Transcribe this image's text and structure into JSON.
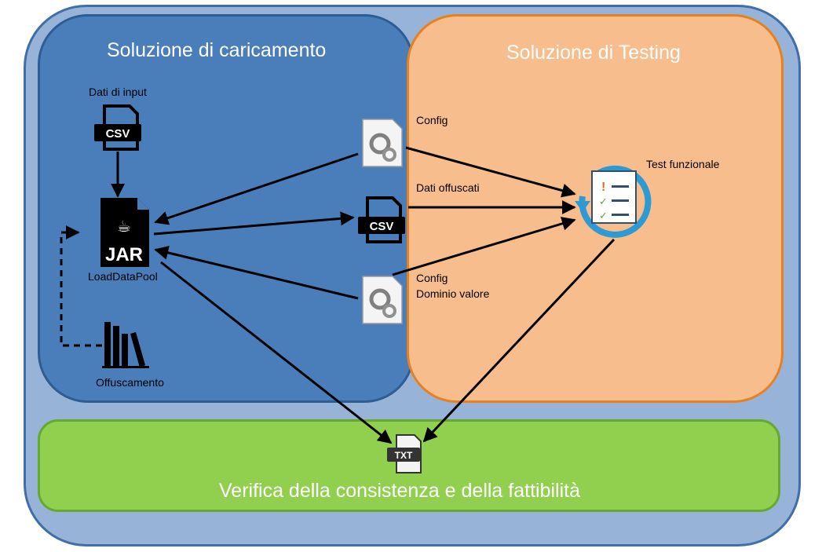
{
  "panels": {
    "left_title": "Soluzione di caricamento",
    "right_title": "Soluzione di Testing",
    "bottom_title": "Verifica della consistenza e della fattibilità"
  },
  "labels": {
    "input_data": "Dati di input",
    "load_data_pool": "LoadDataPool",
    "obfuscation": "Offuscamento",
    "config_top": "Config",
    "obfuscated_data": "Dati offuscati",
    "config_bottom_line1": "Config",
    "config_bottom_line2": "Dominio valore",
    "functional_test": "Test funzionale"
  },
  "icons": {
    "csv_input": "CSV",
    "jar": "JAR",
    "csv_middle": "CSV",
    "txt_output": "TXT"
  },
  "colors": {
    "outer": "#97b3d8",
    "left_panel": "#4a7ebb",
    "right_panel": "#f8bd8d",
    "bottom_panel": "#91d04f"
  }
}
